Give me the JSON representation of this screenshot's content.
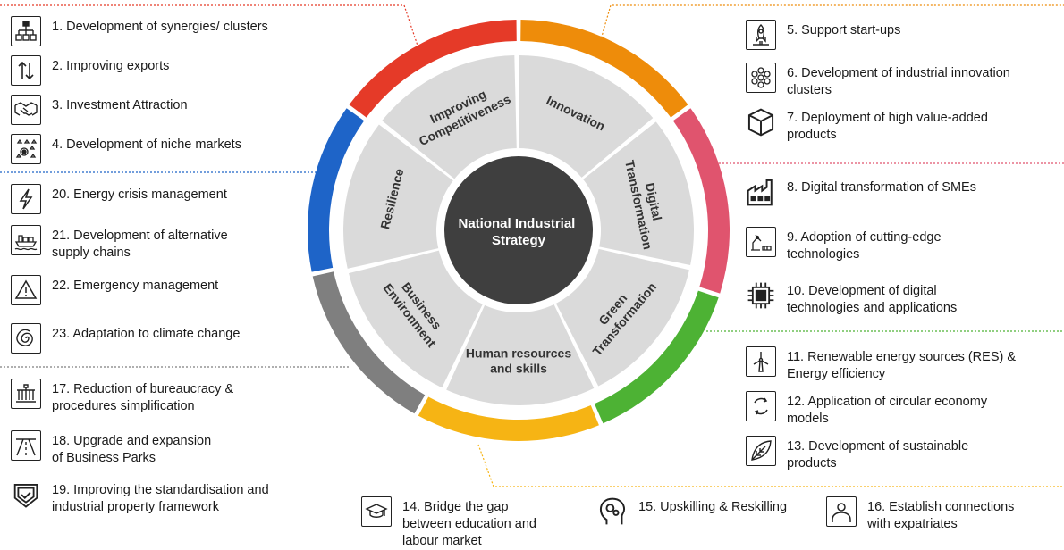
{
  "center_label": [
    "National Industrial",
    "Strategy"
  ],
  "pillars": [
    {
      "name": "Improving Competitiveness",
      "lines": [
        "Improving",
        "Competitiveness"
      ],
      "color": "#e53a28"
    },
    {
      "name": "Innovation",
      "lines": [
        "Innovation"
      ],
      "color": "#ee8c0a"
    },
    {
      "name": "Digital Transformation",
      "lines": [
        "Digital",
        "Transformation"
      ],
      "color": "#e0546e"
    },
    {
      "name": "Green Transformation",
      "lines": [
        "Green",
        "Transformation"
      ],
      "color": "#4db234"
    },
    {
      "name": "Human resources and skills",
      "lines": [
        "Human resources",
        "and skills"
      ],
      "color": "#f6b414"
    },
    {
      "name": "Business Environment",
      "lines": [
        "Business",
        "Environment"
      ],
      "color": "#7f7f7f"
    },
    {
      "name": "Resilience",
      "lines": [
        "Resilience"
      ],
      "color": "#1e64c8"
    }
  ],
  "actions": [
    {
      "id": 1,
      "text": "1. Development of synergies/ clusters",
      "icon": "org-chart-icon"
    },
    {
      "id": 2,
      "text": "2. Improving exports",
      "icon": "arrows-up-down-icon"
    },
    {
      "id": 3,
      "text": "3. Investment Attraction",
      "icon": "handshake-icon"
    },
    {
      "id": 4,
      "text": "4. Development of niche markets",
      "icon": "niche-shapes-icon"
    },
    {
      "id": 20,
      "text": "20. Energy crisis management",
      "icon": "lightning-icon"
    },
    {
      "id": 21,
      "text": "21. Development of alternative\nsupply chains",
      "icon": "cargo-ship-icon"
    },
    {
      "id": 22,
      "text": "22. Emergency management",
      "icon": "warning-icon"
    },
    {
      "id": 23,
      "text": "23. Adaptation to climate change",
      "icon": "spiral-icon"
    },
    {
      "id": 17,
      "text": "17. Reduction of bureaucracy &\nprocedures simplification",
      "icon": "government-building-icon"
    },
    {
      "id": 18,
      "text": "18. Upgrade and expansion\nof Business Parks",
      "icon": "road-icon"
    },
    {
      "id": 19,
      "text": "19. Improving the standardisation and\nindustrial property framework",
      "icon": "shield-check-icon"
    },
    {
      "id": 5,
      "text": "5. Support start-ups",
      "icon": "rocket-icon"
    },
    {
      "id": 6,
      "text": "6. Development of industrial innovation\nclusters",
      "icon": "molecule-icon"
    },
    {
      "id": 7,
      "text": "7. Deployment of high value-added\nproducts",
      "icon": "cube-icon"
    },
    {
      "id": 8,
      "text": "8. Digital transformation of SMEs",
      "icon": "factory-icon"
    },
    {
      "id": 9,
      "text": "9. Adoption of cutting-edge\ntechnologies",
      "icon": "robot-arm-icon"
    },
    {
      "id": 10,
      "text": "10. Development of digital\ntechnologies and applications",
      "icon": "chip-icon"
    },
    {
      "id": 11,
      "text": "11. Renewable energy sources (RES) &\nEnergy efficiency",
      "icon": "wind-turbine-icon"
    },
    {
      "id": 12,
      "text": "12. Application of circular economy\nmodels",
      "icon": "recycle-icon"
    },
    {
      "id": 13,
      "text": "13. Development of sustainable\nproducts",
      "icon": "leaf-icon"
    },
    {
      "id": 14,
      "text": "14. Bridge the gap\nbetween education and\nlabour market",
      "icon": "graduation-cap-icon"
    },
    {
      "id": 15,
      "text": "15. Upskilling & Reskilling",
      "icon": "head-gears-icon"
    },
    {
      "id": 16,
      "text": "16. Establish connections\nwith expatriates",
      "icon": "person-icon"
    }
  ]
}
